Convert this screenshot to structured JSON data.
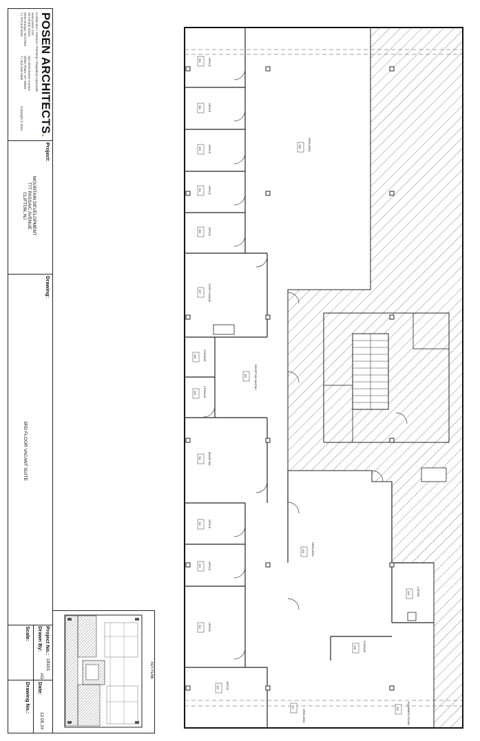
{
  "firm": {
    "name": "POSEN ARCHITECTS",
    "tagline": "Architecture • Interiors • Planning • Regulatory Approvals",
    "website": "www.posen.com",
    "address_1": "25 Central Street",
    "address_2": "West Orange, NJ 07052",
    "phone_1": "T | 973-324-9294",
    "address_3": "322 Westchester Avenue",
    "address_4": "White Plains, NY 10604",
    "phone_2": "T | 914-428-2000",
    "copyright": "Copyright © 2024"
  },
  "title_block": {
    "project_label": "Project:",
    "project_lines": [
      "MOUNTAIN DEVELOPMENT",
      "777 PASSAIC AVENUE",
      "CLIFTON, NJ"
    ],
    "drawing_label": "Drawing:",
    "drawing_title": "3RD FLOOR VACANT SUITE",
    "project_no_label": "Project No.:",
    "project_no": "18101",
    "drawn_by_label": "Drawn By:",
    "drawn_by": "AG",
    "date_label": "Date:",
    "date": "12.05.24",
    "scale_label": "Scale:",
    "scale": "",
    "drawing_no_label": "Drawing No.:",
    "drawing_no": ""
  },
  "key_plan": {
    "title": "KEY PLAN"
  },
  "rooms": [
    {
      "name": "OFFICE",
      "number": "301"
    },
    {
      "name": "OFFICE",
      "number": "302"
    },
    {
      "name": "OFFICE",
      "number": "303"
    },
    {
      "name": "OFFICE",
      "number": "304"
    },
    {
      "name": "OFFICE",
      "number": "305"
    },
    {
      "name": "STAFF LOUNGE",
      "number": "307"
    },
    {
      "name": "STORAGE",
      "number": "308"
    },
    {
      "name": "STORAGE",
      "number": "310"
    },
    {
      "name": "RECEPTION WAITING",
      "number": "309"
    },
    {
      "name": "BOARD RM",
      "number": "311"
    },
    {
      "name": "OFFICE",
      "number": "312"
    },
    {
      "name": "OFFICE",
      "number": "313"
    },
    {
      "name": "OFFICE",
      "number": "314"
    },
    {
      "name": "OFFICE",
      "number": "315"
    },
    {
      "name": "OPEN AREA",
      "number": "306"
    },
    {
      "name": "OPEN AREA",
      "number": "316"
    },
    {
      "name": "OPEN AREA",
      "number": "317"
    },
    {
      "name": "STORAGE",
      "number": "318"
    },
    {
      "name": "COFFEE",
      "number": "319"
    },
    {
      "name": "EQUIPMENT ROOM",
      "number": "320"
    }
  ]
}
